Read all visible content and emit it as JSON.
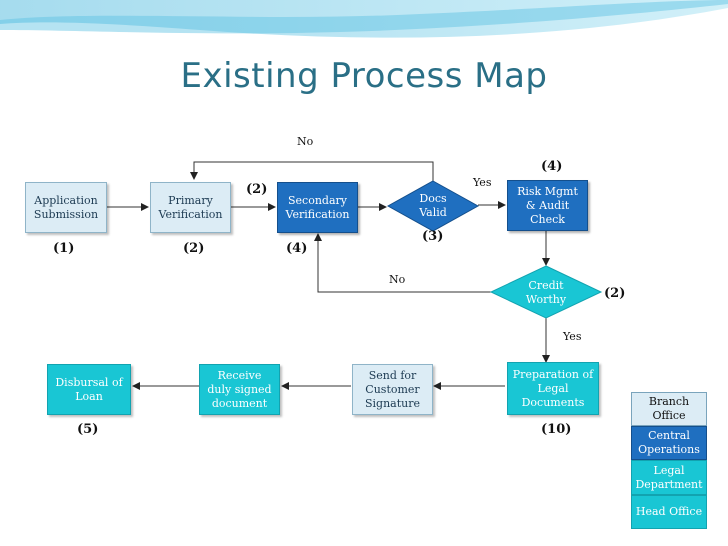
{
  "title": "Existing Process Map",
  "nodes": {
    "application": "Application Submission",
    "primary": "Primary Verification",
    "secondary": "Secondary Verification",
    "docs_valid": "Docs Valid",
    "risk": "Risk Mgmt & Audit Check",
    "credit": "Credit Worthy",
    "preparation": "Preparation of Legal Documents",
    "send": "Send for Customer Signature",
    "receive": "Receive duly signed document",
    "disbursal": "Disbursal of Loan"
  },
  "numbers": {
    "application": "(1)",
    "primary_below": "(2)",
    "primary_side": "(2)",
    "secondary": "(4)",
    "docs": "(3)",
    "risk": "(4)",
    "credit": "(2)",
    "preparation": "(10)",
    "disbursal": "(5)"
  },
  "edge_labels": {
    "docs_no": "No",
    "docs_yes": "Yes",
    "credit_no": "No",
    "credit_yes": "Yes"
  },
  "legend": [
    {
      "label": "Branch Office",
      "color": "#dcecf5"
    },
    {
      "label": "Central Operations",
      "color": "#1f6fc0"
    },
    {
      "label": "Legal Department",
      "color": "#19c6d4"
    },
    {
      "label": "Head Office",
      "color": "#19c6d4"
    }
  ]
}
